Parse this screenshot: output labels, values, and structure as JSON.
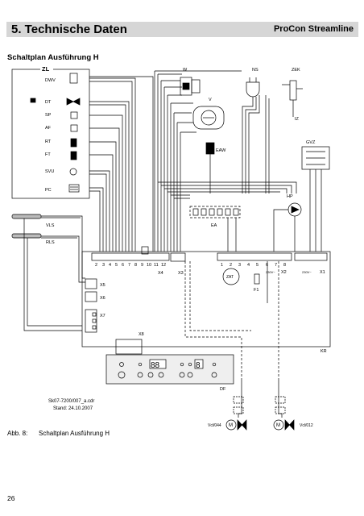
{
  "header": {
    "title": "5. Technische Daten",
    "product": "ProCon Streamline"
  },
  "section_title": "Schaltplan Ausführung H",
  "diagram": {
    "zl_label": "ZL",
    "zl_components": [
      "DWV",
      "DT",
      "SP",
      "AF",
      "RT",
      "FT",
      "SVU",
      "PC"
    ],
    "sensors": [
      "VLS",
      "RLS"
    ],
    "top_components": {
      "w": "W",
      "ns": "NS",
      "zek": "ZEK",
      "v": "V",
      "iz": "IZ",
      "eaw": "EAW",
      "gvz": "GVZ",
      "hp": "HP",
      "ea": "EA"
    },
    "board_label": "KR",
    "terminals_left": [
      "2",
      "3",
      "4",
      "5",
      "6",
      "7",
      "8",
      "9",
      "10",
      "11",
      "12"
    ],
    "terminals_right": [
      "1",
      "2",
      "3",
      "4",
      "5",
      "6",
      "7",
      "8"
    ],
    "connectors": {
      "x1": "X1",
      "x2": "X2",
      "x3": "X3",
      "x4": "X4",
      "x5": "X5",
      "x6": "X6",
      "x7": "X7",
      "x8": "X8"
    },
    "zat": "ZAT",
    "f1": "F1",
    "mains_x2": "230V~",
    "mains_x1": "230V~",
    "display_digits": [
      "88",
      "8"
    ],
    "df": "DF",
    "valves": [
      "Vcl/044",
      "Vcl/012"
    ],
    "motor": "M",
    "file_ref": "Sk07-7200/007_a.cdr",
    "stand": "Stand: 24.10.2007"
  },
  "caption": {
    "label": "Abb. 8:",
    "text": "Schaltplan Ausführung H"
  },
  "page_number": "26"
}
